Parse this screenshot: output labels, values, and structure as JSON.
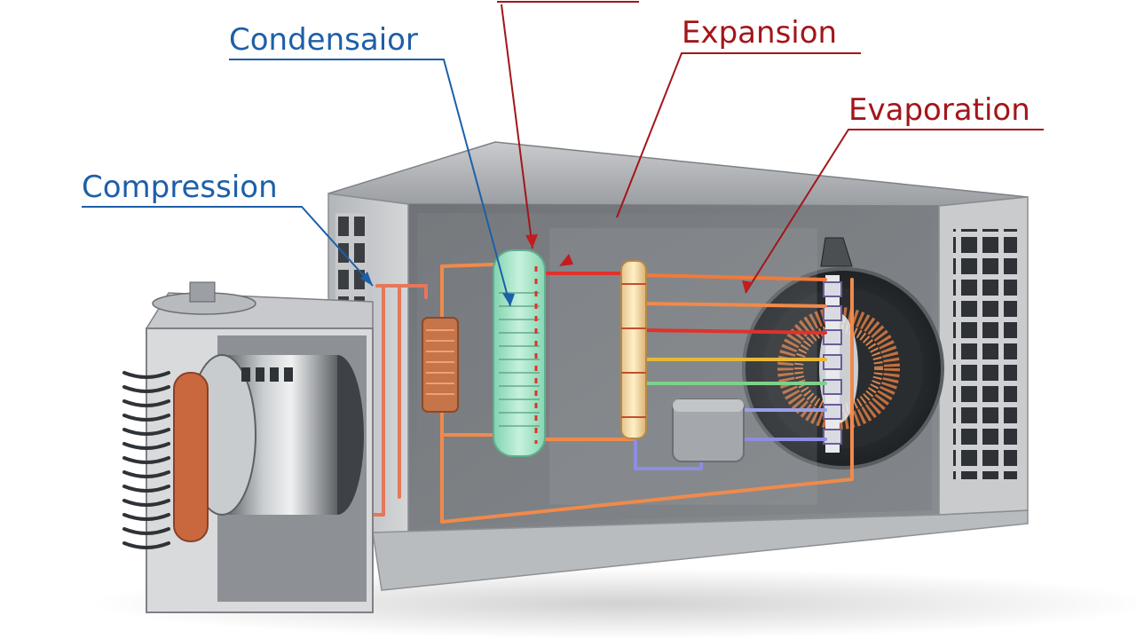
{
  "labels": {
    "condensation": "Condensaior",
    "compression": "Compression",
    "expansion": "Expansion",
    "evaporation": "Evaporation"
  },
  "colors": {
    "blue_label": "#1d5fa8",
    "red_label": "#a3161a",
    "housing": "#8e9296",
    "pipe_hot": "#f08a4b",
    "pipe_red": "#e0322b",
    "condenser_coil": "#9fe0c4"
  }
}
